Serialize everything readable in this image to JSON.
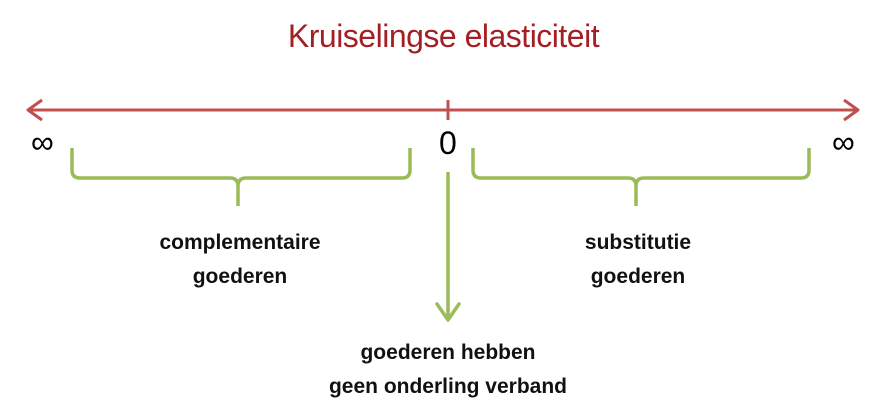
{
  "title": "Kruiselingse elasticiteit",
  "axis": {
    "left_symbol": "∞",
    "center_symbol": "0",
    "right_symbol": "∞"
  },
  "labels": {
    "left": [
      "complementaire",
      "goederen"
    ],
    "right": [
      "substitutie",
      "goederen"
    ],
    "center": [
      "goederen hebben",
      "geen onderling verband"
    ]
  },
  "colors": {
    "title": "#a31f24",
    "axis": "#c0504d",
    "brace": "#9bbb59",
    "text": "#111111"
  }
}
